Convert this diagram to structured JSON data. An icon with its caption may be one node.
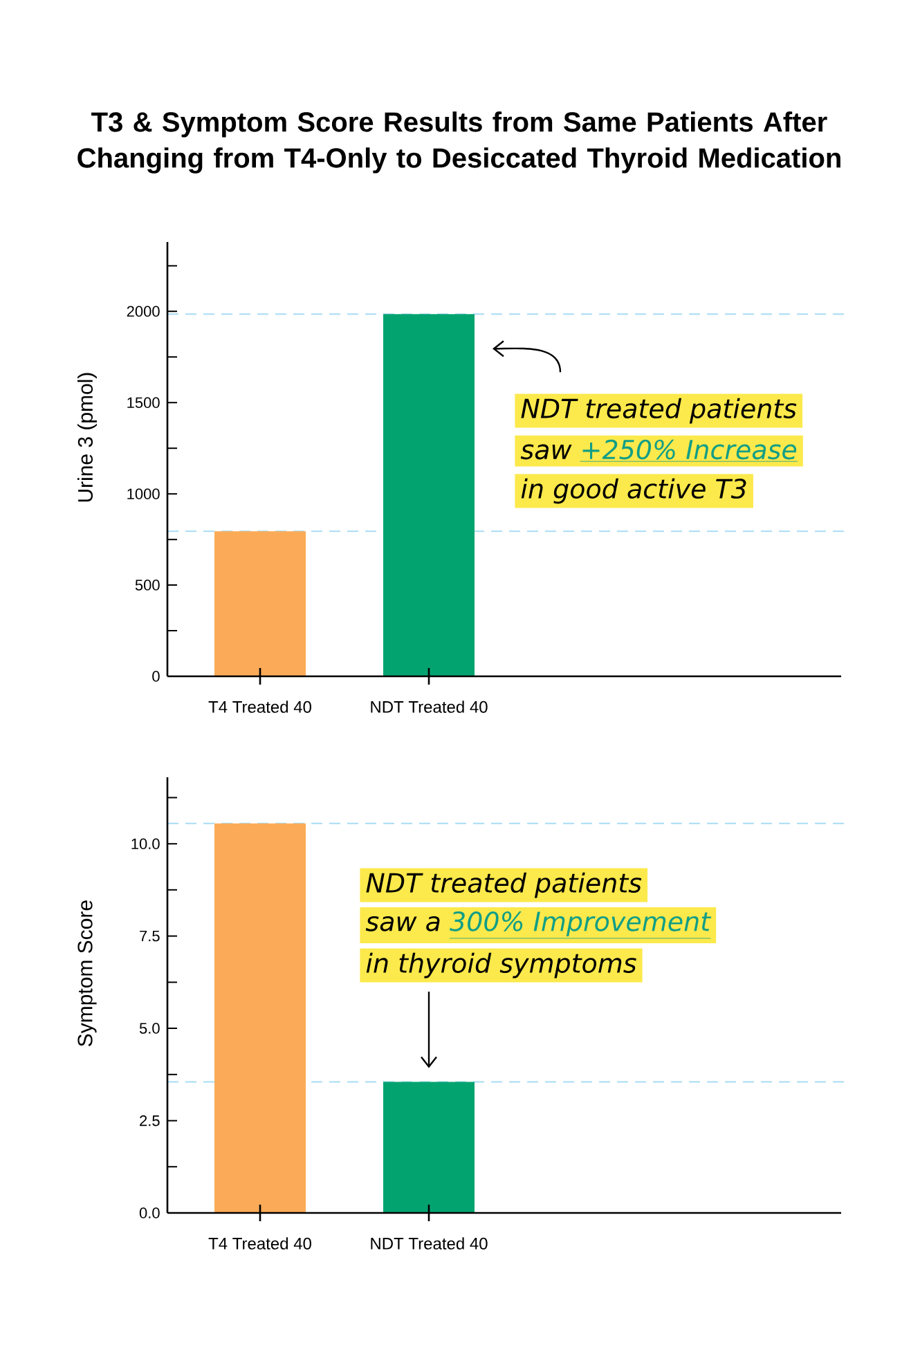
{
  "diagram": {
    "title": "T3 & Symptom Score Results from Same Patients After Changing from T4-Only to Desiccated Thyroid Medication",
    "chart_data": [
      {
        "type": "bar",
        "ylabel": "Urine 3 (pmol)",
        "categories": [
          "T4 Treated 40",
          "NDT Treated 40"
        ],
        "ylim": [
          0,
          2380
        ],
        "yticks": [
          0,
          500,
          1000,
          1500,
          2000
        ],
        "series": [
          {
            "color": "#fbab57",
            "values": [
              795,
              null
            ]
          },
          {
            "color": "#03a370",
            "values": [
              null,
              1985
            ]
          }
        ],
        "annotations": [
          {
            "text": "NDT treated patients"
          },
          {
            "text": "saw"
          },
          {
            "text": "+250% Increase"
          },
          {
            "text": "in good active T3"
          }
        ]
      },
      {
        "type": "bar",
        "ylabel": "Symptom Score",
        "categories": [
          "T4 Treated 40",
          "NDT Treated 40"
        ],
        "ylim": [
          0,
          11.8
        ],
        "yticks": [
          {
            "value": 0,
            "label": "0.0"
          },
          {
            "value": 2.5,
            "label": "2.5"
          },
          {
            "value": 5,
            "label": "5.0"
          },
          {
            "value": 7.5,
            "label": "7.5"
          },
          {
            "value": 10,
            "label": "10.0"
          }
        ],
        "series": [
          {
            "color": "#fbab57",
            "values": [
              10.55,
              null
            ]
          },
          {
            "color": "#03a370",
            "values": [
              null,
              3.55
            ]
          }
        ],
        "annotations": [
          {
            "text": "NDT treated patients"
          },
          {
            "text": "saw a"
          },
          {
            "text": "300% Improvement"
          },
          {
            "text": "in thyroid symptoms"
          }
        ]
      }
    ]
  }
}
